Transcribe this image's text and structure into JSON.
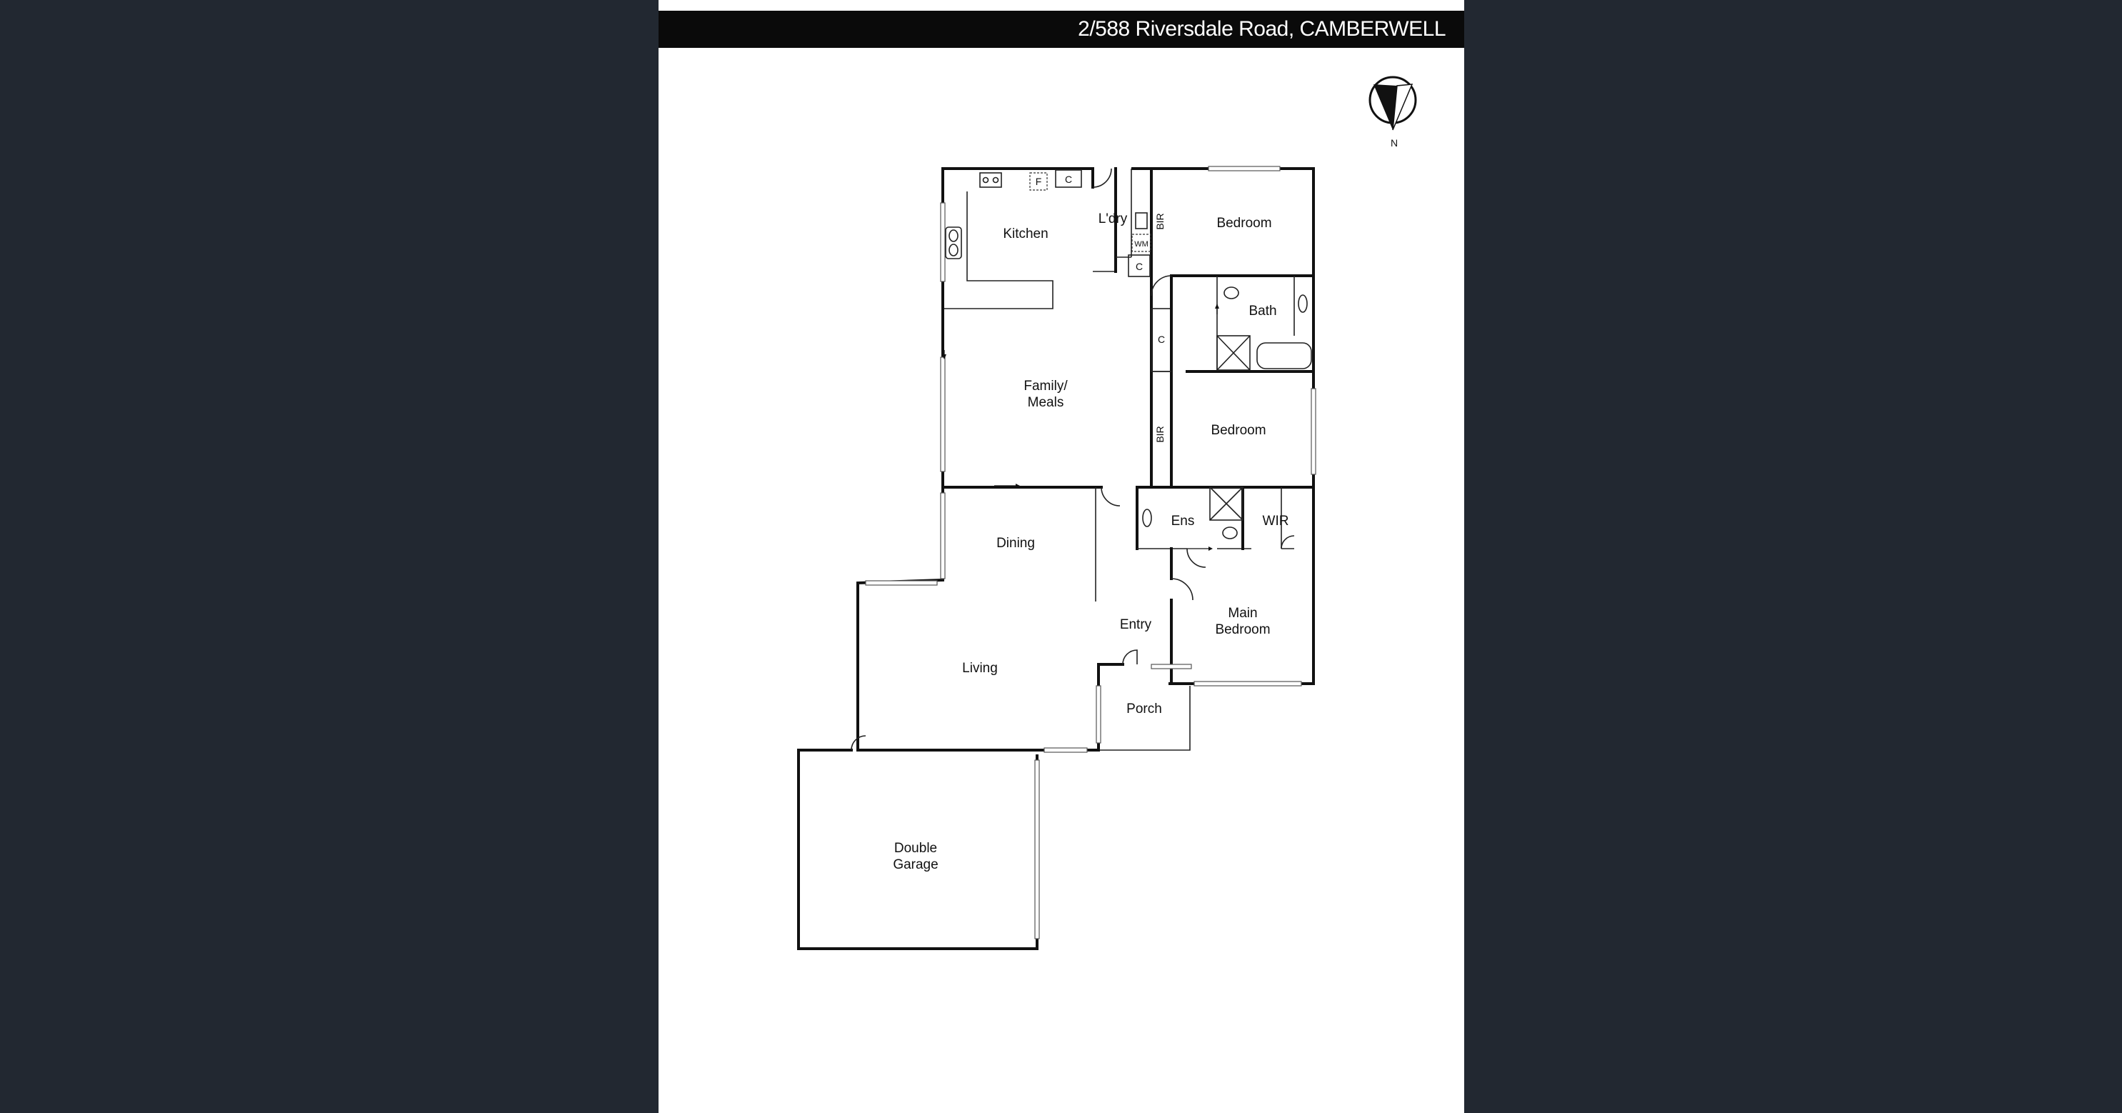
{
  "header": {
    "address": "2/588 Riversdale Road, CAMBERWELL"
  },
  "compass": {
    "label": "N",
    "icon": "north-arrow-icon"
  },
  "rooms": {
    "kitchen": "Kitchen",
    "laundry": "L'dry",
    "bedroom1": "Bedroom",
    "bir1": "BIR",
    "bath": "Bath",
    "cupboard1": "C",
    "cupboard2": "C",
    "cupboard3": "C",
    "fridge": "F",
    "washing_machine": "WM",
    "family_line1": "Family/",
    "family_line2": "Meals",
    "bedroom2": "Bedroom",
    "bir2": "BIR",
    "ensuite": "Ens",
    "wir": "WIR",
    "dining": "Dining",
    "entry": "Entry",
    "main_bed_line1": "Main",
    "main_bed_line2": "Bedroom",
    "living": "Living",
    "porch": "Porch",
    "garage_line1": "Double",
    "garage_line2": "Garage"
  },
  "colors": {
    "background": "#222831",
    "sheet": "#ffffff",
    "header_bar": "#0a0a0a",
    "walls": "#111111"
  }
}
